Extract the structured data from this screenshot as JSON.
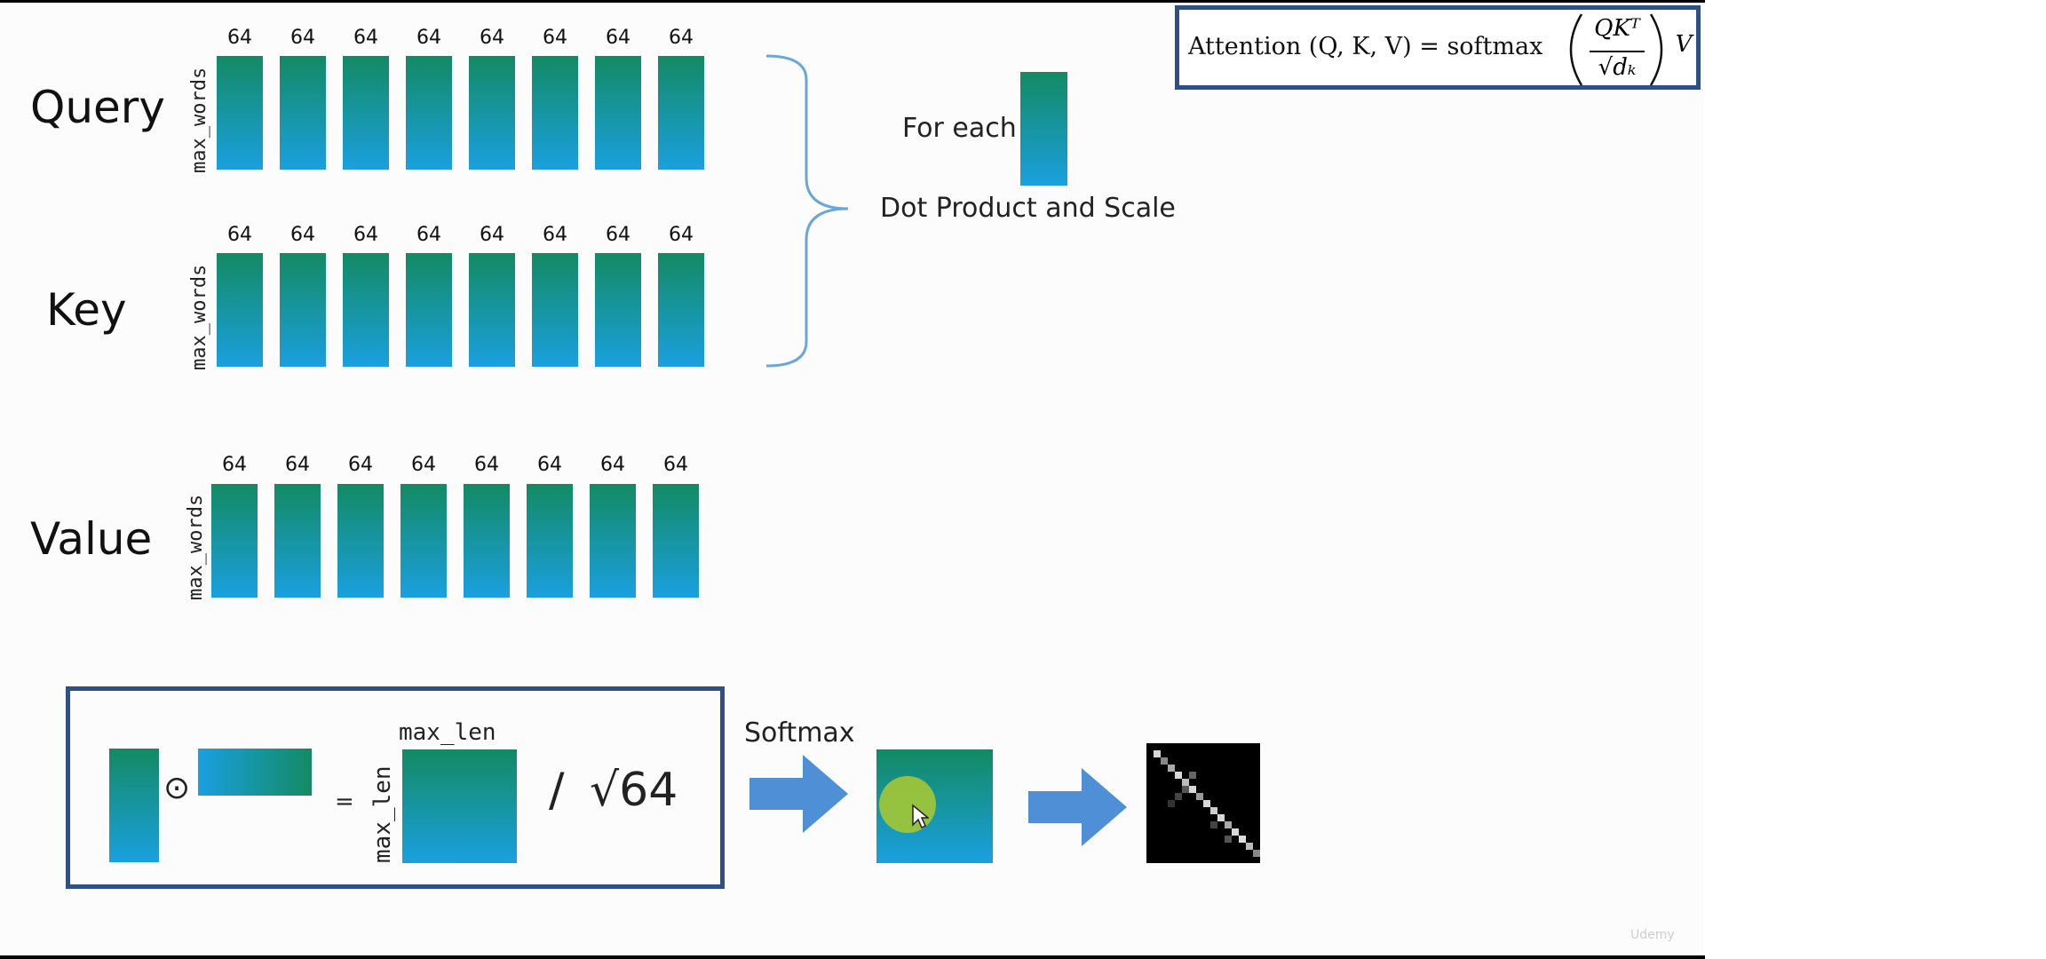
{
  "rows": [
    {
      "label": "Query",
      "vlabel": "max_words",
      "dims": [
        "64",
        "64",
        "64",
        "64",
        "64",
        "64",
        "64",
        "64"
      ]
    },
    {
      "label": "Key",
      "vlabel": "max_words",
      "dims": [
        "64",
        "64",
        "64",
        "64",
        "64",
        "64",
        "64",
        "64"
      ]
    },
    {
      "label": "Value",
      "vlabel": "max_words",
      "dims": [
        "64",
        "64",
        "64",
        "64",
        "64",
        "64",
        "64",
        "64"
      ]
    }
  ],
  "for_each_label": "For each",
  "dot_product_label": "Dot Product and Scale",
  "formula": {
    "lhs": "Attention (Q, K, V) = softmax",
    "numerator": "QKᵀ",
    "denominator": "√dₖ",
    "tail": "V"
  },
  "operation": {
    "dot_symbol": "⊙",
    "equals": "=",
    "top_label": "max_len",
    "side_label": "max_len",
    "divide": "/",
    "sqrt": "√64"
  },
  "softmax_label": "Softmax",
  "watermark": "Udemy",
  "colors": {
    "bar_top": "#138a63",
    "bar_bottom": "#1aa0e0",
    "frame": "#2f4f86",
    "arrow": "#4f8fd6"
  }
}
